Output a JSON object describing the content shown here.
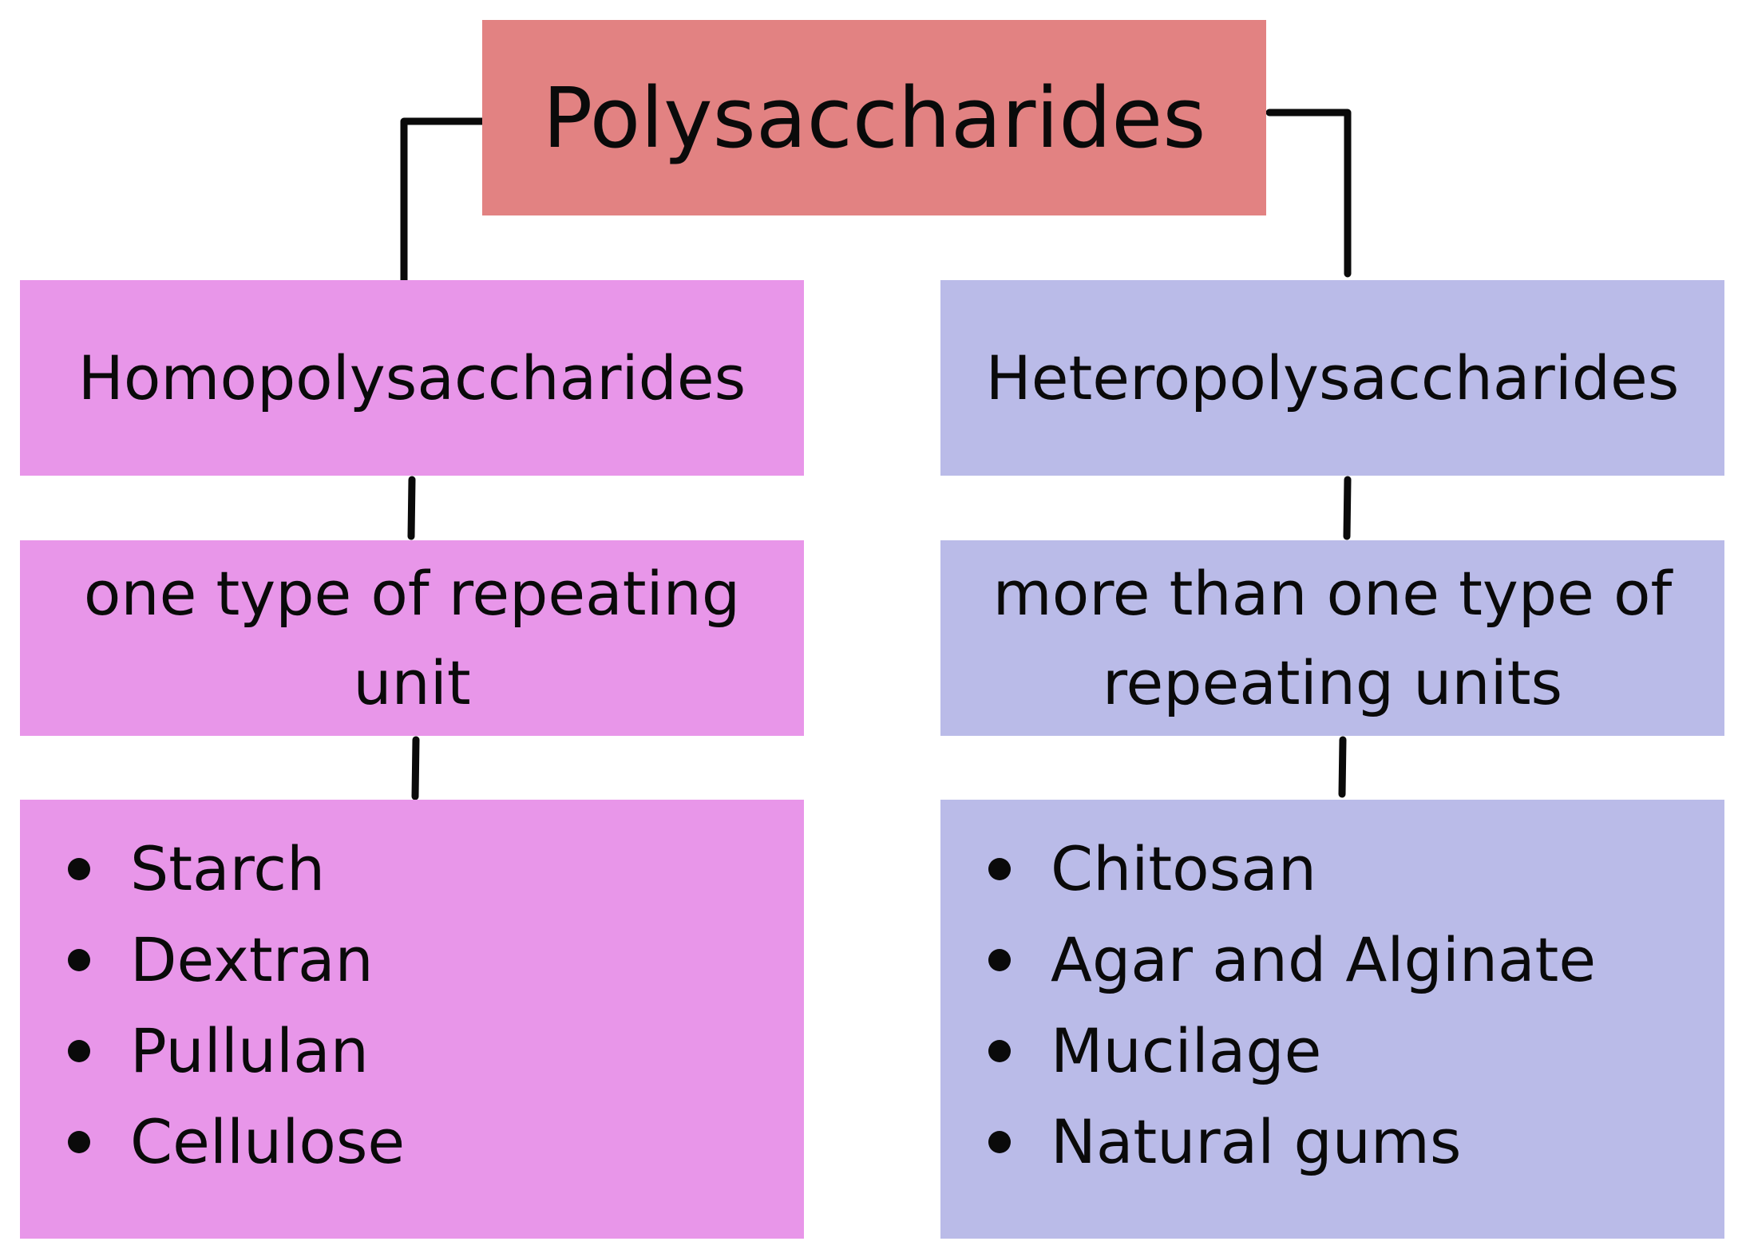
{
  "diagram": {
    "root": {
      "label": "Polysaccharides",
      "color": "#e28282"
    },
    "branches": [
      {
        "title": "Homopolysaccharides",
        "description": "one type of repeating unit",
        "color": "#e896e9",
        "items": [
          "Starch",
          "Dextran",
          "Pullulan",
          "Cellulose"
        ]
      },
      {
        "title": "Heteropolysaccharides",
        "description": "more than one type of repeating units",
        "color": "#babbe8",
        "items": [
          "Chitosan",
          "Agar and Alginate",
          "Mucilage",
          "Natural gums"
        ]
      }
    ]
  }
}
